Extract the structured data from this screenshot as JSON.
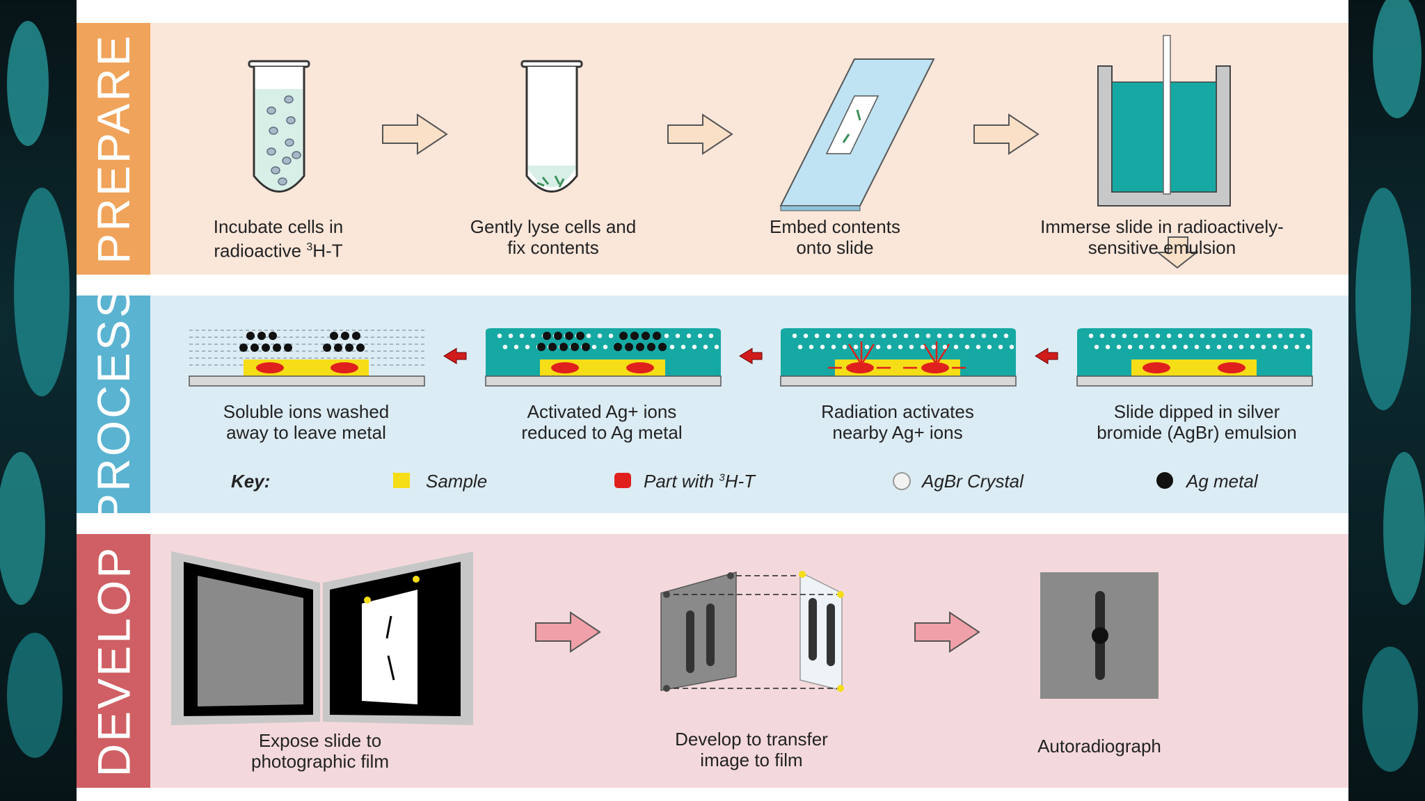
{
  "sections": {
    "prepare": "PREPARE",
    "process": "PROCESS",
    "develop": "DEVELOP"
  },
  "prepare_steps": {
    "s1_l1": "Incubate cells in",
    "s1_l2_pre": "radioactive ",
    "s1_sup": "3",
    "s1_l2_post": "H-T",
    "s2_l1": "Gently lyse cells and",
    "s2_l2": "fix contents",
    "s3_l1": "Embed contents",
    "s3_l2": "onto slide",
    "s4_l1": "Immerse slide in radioactively-",
    "s4_l2": "sensitive emulsion"
  },
  "process_steps": {
    "s1_l1": "Soluble ions washed",
    "s1_l2": "away to leave metal",
    "s2_l1": "Activated Ag+ ions",
    "s2_l2": "reduced to Ag metal",
    "s3_l1": "Radiation activates",
    "s3_l2": "nearby Ag+ ions",
    "s4_l1": "Slide dipped in silver",
    "s4_l2": "bromide (AgBr) emulsion"
  },
  "key": {
    "title": "Key:",
    "sample": "Sample",
    "part_pre": "Part with ",
    "part_sup": "3",
    "part_post": "H-T",
    "agbr": "AgBr Crystal",
    "ag": "Ag metal"
  },
  "develop_steps": {
    "s1_l1": "Expose slide to",
    "s1_l2": "photographic film",
    "s2_l1": "Develop to transfer",
    "s2_l2": "image to film",
    "s3": "Autoradiograph"
  },
  "colors": {
    "prepare_tab": "#f0a35a",
    "prepare_bg": "#fbe6da",
    "process_tab": "#5ab3d1",
    "process_bg": "#dcecf4",
    "develop_tab": "#cf5f64",
    "develop_bg": "#f4d9dc",
    "teal": "#16a9a3",
    "sample_yellow": "#f5dd17",
    "part_red": "#e0201d"
  }
}
